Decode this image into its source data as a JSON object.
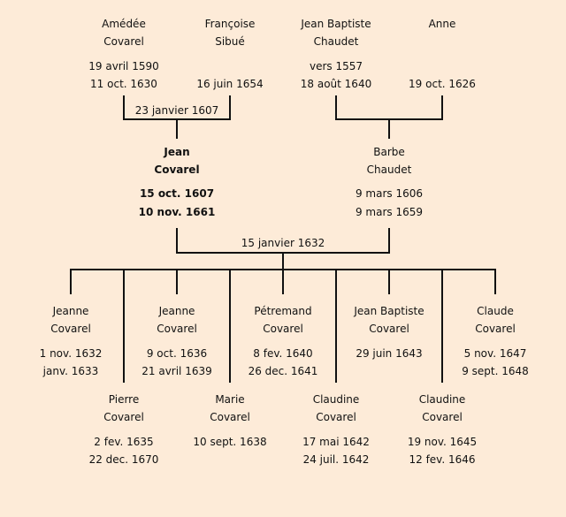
{
  "grandparents": [
    {
      "first": "Amédée",
      "last": "Covarel",
      "birth": "19 avril 1590",
      "death": "11 oct. 1630"
    },
    {
      "first": "Françoise",
      "last": "Sibué",
      "birth": "",
      "death": "16 juin 1654"
    },
    {
      "first": "Jean Baptiste",
      "last": "Chaudet",
      "birth": "vers 1557",
      "death": "18 août 1640"
    },
    {
      "first": "Anne",
      "last": "",
      "birth": "",
      "death": "19 oct. 1626"
    }
  ],
  "grandparent_marriages": [
    "23 janvier 1607",
    ""
  ],
  "parents": [
    {
      "first": "Jean",
      "last": "Covarel",
      "birth": "15 oct. 1607",
      "death": "10 nov. 1661"
    },
    {
      "first": "Barbe",
      "last": "Chaudet",
      "birth": "9 mars 1606",
      "death": "9 mars 1659"
    }
  ],
  "parent_marriage": "15 janvier 1632",
  "children": [
    {
      "first": "Jeanne",
      "last": "Covarel",
      "birth": "1 nov. 1632",
      "death": "janv. 1633"
    },
    {
      "first": "Pierre",
      "last": "Covarel",
      "birth": "2 fev. 1635",
      "death": "22 dec. 1670"
    },
    {
      "first": "Jeanne",
      "last": "Covarel",
      "birth": "9 oct. 1636",
      "death": "21 avril 1639"
    },
    {
      "first": "Marie",
      "last": "Covarel",
      "birth": "10 sept. 1638",
      "death": ""
    },
    {
      "first": "Pétremand",
      "last": "Covarel",
      "birth": "8 fev. 1640",
      "death": "26 dec. 1641"
    },
    {
      "first": "Claudine",
      "last": "Covarel",
      "birth": "17 mai 1642",
      "death": "24 juil. 1642"
    },
    {
      "first": "Jean Baptiste",
      "last": "Covarel",
      "birth": "29 juin 1643",
      "death": ""
    },
    {
      "first": "Claudine",
      "last": "Covarel",
      "birth": "19 nov. 1645",
      "death": "12 fev. 1646"
    },
    {
      "first": "Claude",
      "last": "Covarel",
      "birth": "5 nov. 1647",
      "death": "9 sept. 1648"
    }
  ]
}
